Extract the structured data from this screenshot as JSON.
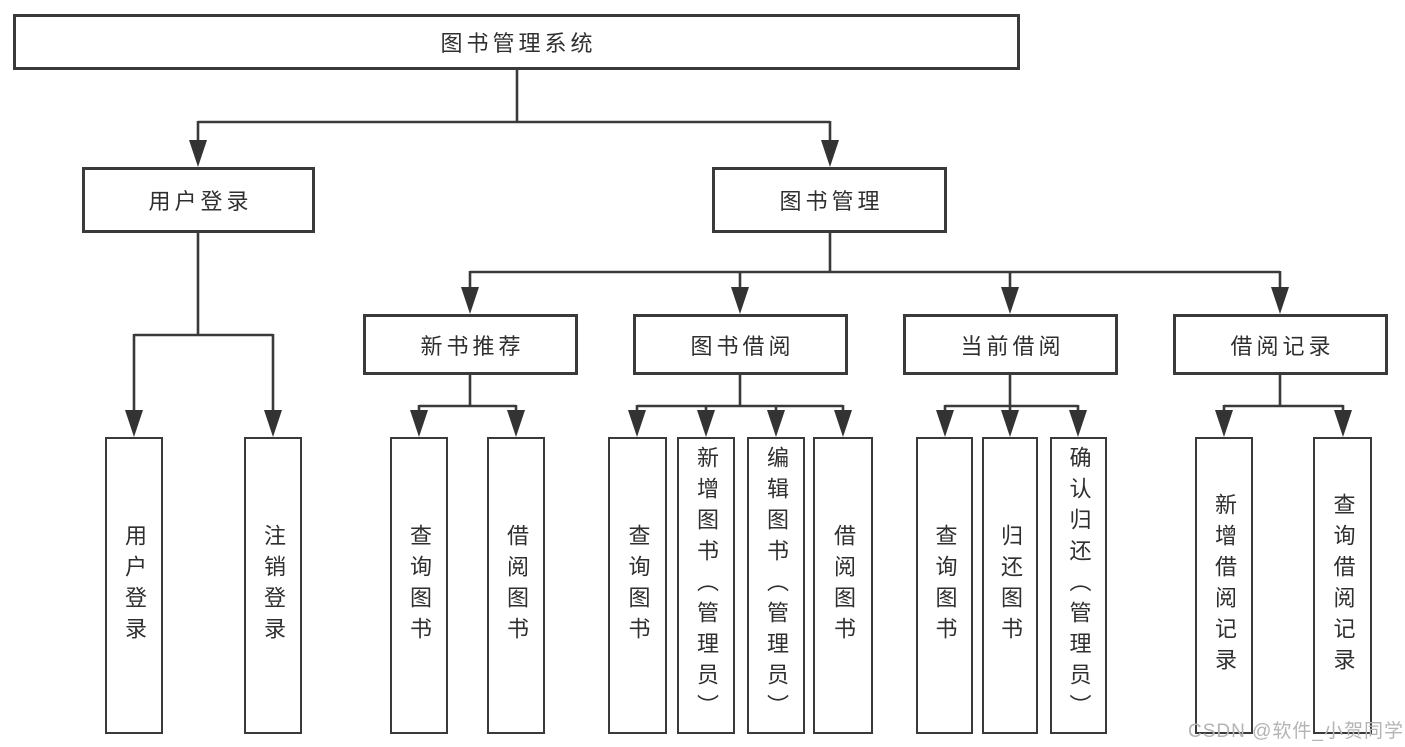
{
  "tree": {
    "root": "图书管理系统",
    "user_login": {
      "label": "用户登录",
      "children": [
        "用户登录",
        "注销登录"
      ]
    },
    "book_mgmt": {
      "label": "图书管理",
      "modules": [
        {
          "label": "新书推荐",
          "children": [
            "查询图书",
            "借阅图书"
          ]
        },
        {
          "label": "图书借阅",
          "children": [
            "查询图书",
            "新增图书（管理员）",
            "编辑图书（管理员）",
            "借阅图书"
          ]
        },
        {
          "label": "当前借阅",
          "children": [
            "查询图书",
            "归还图书",
            "确认归还（管理员）"
          ]
        },
        {
          "label": "借阅记录",
          "children": [
            "新增借阅记录",
            "查询借阅记录"
          ]
        }
      ]
    }
  },
  "watermark": "CSDN @软件_小贺同学",
  "colors": {
    "line": "#3a3a3a",
    "arrow": "#333333",
    "text": "#2f2f2f",
    "watermark": "#b4b4b4"
  }
}
